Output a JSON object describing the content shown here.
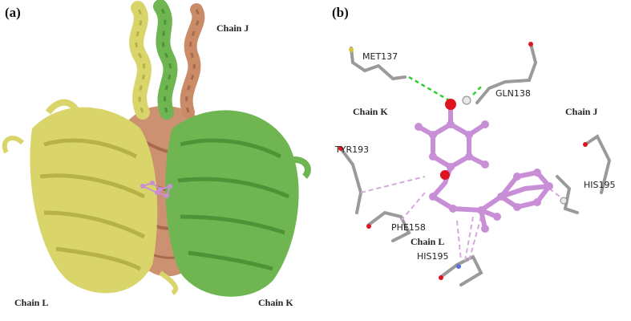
{
  "panel_a": {
    "label": "(a)",
    "chains": {
      "J": "Chain J",
      "L": "Chain L",
      "K": "Chain K"
    },
    "colors": {
      "chain_l": "#d9d56a",
      "chain_j": "#c98b68",
      "chain_k": "#6fb653",
      "ligand": "#c98fd6"
    }
  },
  "panel_b": {
    "label": "(b)",
    "chains": {
      "K": "Chain K",
      "J": "Chain J",
      "L": "Chain L"
    },
    "residues": {
      "met137": "MET137",
      "gln138": "GLN138",
      "tyr193": "TYR193",
      "his195_j": "HIS195",
      "phe158": "PHE158",
      "his195_l": "HIS195"
    },
    "colors": {
      "ligand": "#c98fd6",
      "residue": "#9a9a9a",
      "oxygen": "#e0141e",
      "hbond": "#2fcf2f"
    }
  }
}
